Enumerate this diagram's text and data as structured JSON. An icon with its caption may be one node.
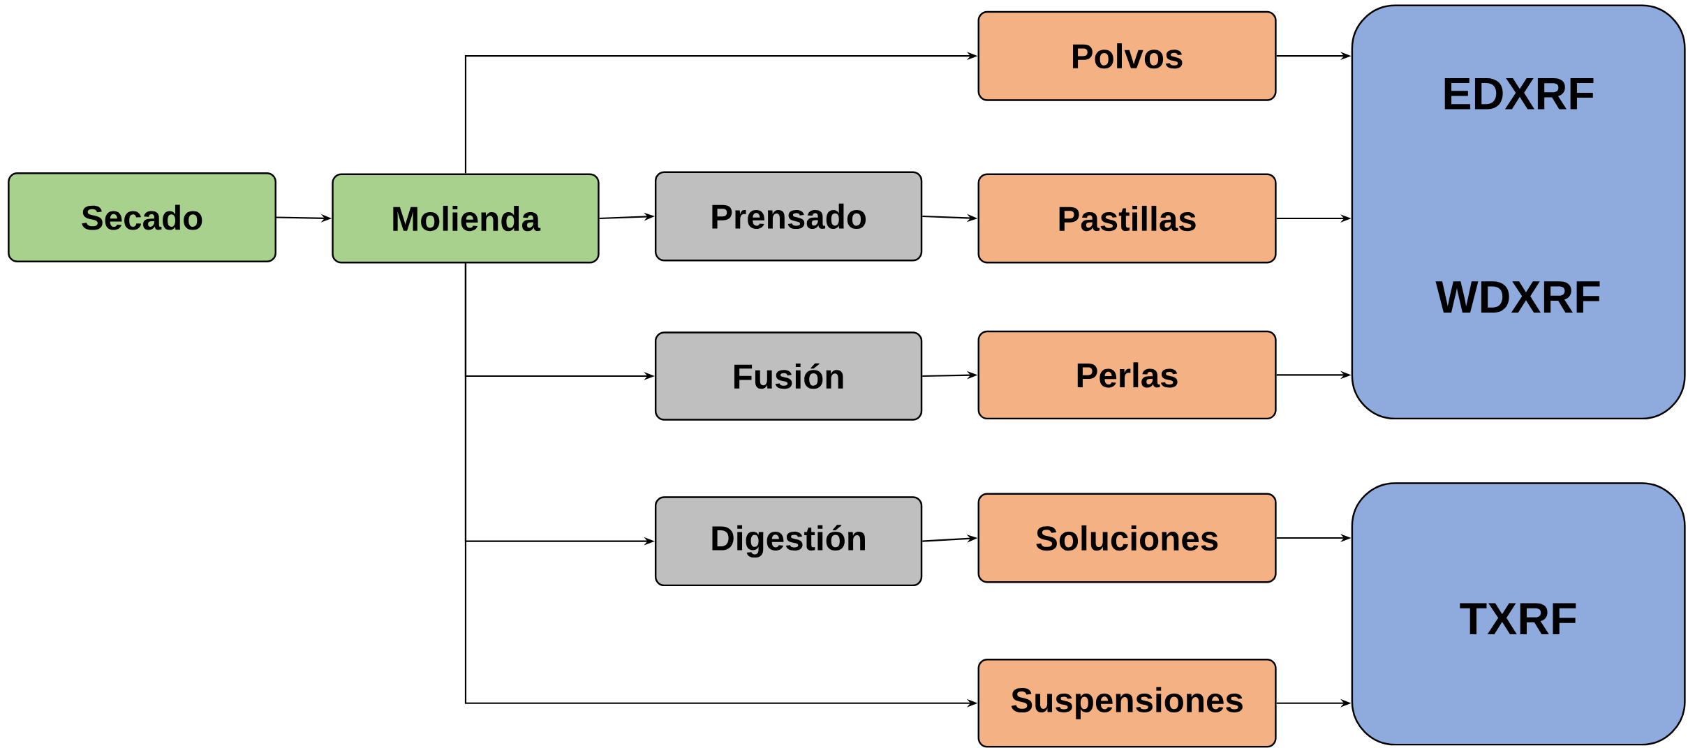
{
  "diagram": {
    "nodes": [
      {
        "text": [
          "Secado"
        ]
      },
      {
        "text": [
          "Molienda"
        ]
      },
      {
        "text": [
          "Polvos"
        ]
      },
      {
        "text": [
          "Prensado"
        ]
      },
      {
        "text": [
          "Pastillas"
        ]
      },
      {
        "text": [
          "Fusión"
        ]
      },
      {
        "text": [
          "Perlas"
        ]
      },
      {
        "text": [
          "Digestión"
        ]
      },
      {
        "text": [
          "Soluciones"
        ]
      },
      {
        "text": [
          "Suspensiones"
        ]
      },
      {
        "text": [
          "EDXRF",
          "WDXRF"
        ]
      },
      {
        "text": [
          "TXRF"
        ]
      }
    ],
    "edges": [
      {
        "from": 0,
        "to": 1,
        "arrow": "to"
      },
      {
        "from": 1,
        "to": 2,
        "arrow": "to"
      },
      {
        "from": 1,
        "to": 3,
        "arrow": "to"
      },
      {
        "from": 1,
        "to": 5,
        "arrow": "to"
      },
      {
        "from": 1,
        "to": 7,
        "arrow": "to"
      },
      {
        "from": 1,
        "to": 9,
        "arrow": "to"
      },
      {
        "from": 3,
        "to": 4,
        "arrow": "to"
      },
      {
        "from": 5,
        "to": 6,
        "arrow": "to"
      },
      {
        "from": 7,
        "to": 8,
        "arrow": "to"
      },
      {
        "from": 2,
        "to": 10,
        "arrow": "to"
      },
      {
        "from": 4,
        "to": 10,
        "arrow": "to"
      },
      {
        "from": 6,
        "to": 10,
        "arrow": "to"
      },
      {
        "from": 8,
        "to": 11,
        "arrow": "to"
      },
      {
        "from": 9,
        "to": 11,
        "arrow": "to"
      }
    ]
  }
}
